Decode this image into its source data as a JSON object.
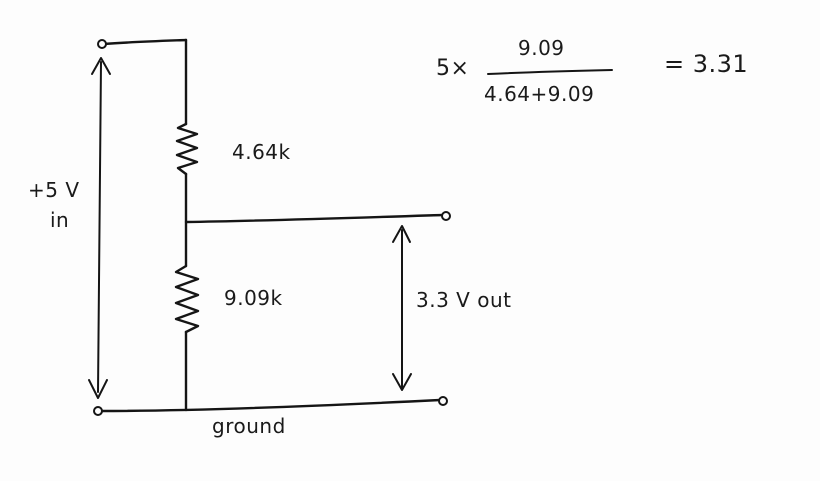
{
  "labels": {
    "vin_line1": "+5 V",
    "vin_line2": "in",
    "r1": "4.64k",
    "r2": "9.09k",
    "vout": "3.3 V out",
    "ground": "ground"
  },
  "formula": {
    "multiplier": "5×",
    "numerator": "9.09",
    "denominator": "4.64+9.09",
    "result": "= 3.31"
  }
}
